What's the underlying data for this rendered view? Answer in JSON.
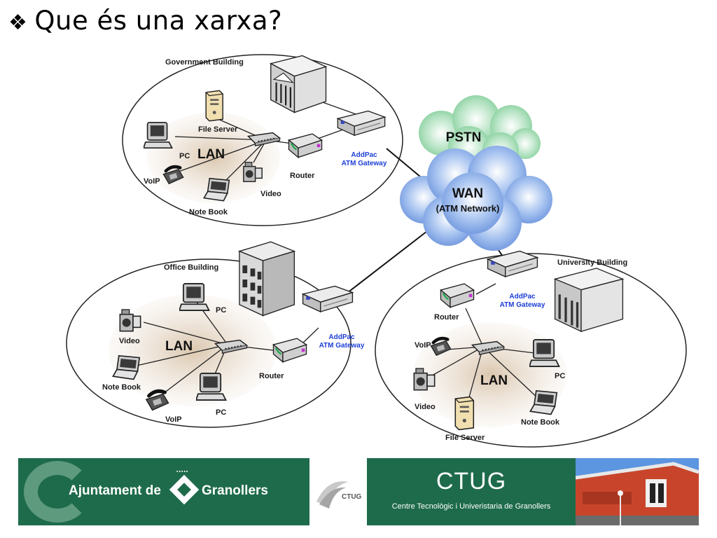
{
  "title": {
    "bullet": "❖",
    "text": "Que és  una xarxa?"
  },
  "diagram": {
    "clouds": {
      "pstn": "PSTN",
      "wan_line1": "WAN",
      "wan_line2": "(ATM Network)"
    },
    "government": {
      "building": "Government Building",
      "file_server": "File Server",
      "pc": "PC",
      "lan": "LAN",
      "voip": "VoIP",
      "video": "Video",
      "notebook": "Note Book",
      "router": "Router",
      "gateway_line1": "AddPac",
      "gateway_line2": "ATM Gateway"
    },
    "office": {
      "building": "Office Building",
      "pc_top": "PC",
      "video": "Video",
      "lan": "LAN",
      "notebook": "Note Book",
      "voip": "VoIP",
      "pc_bottom": "PC",
      "router": "Router",
      "gateway_line1": "AddPac",
      "gateway_line2": "ATM Gateway"
    },
    "university": {
      "building": "University Building",
      "router": "Router",
      "gateway_line1": "AddPac",
      "gateway_line2": "ATM Gateway",
      "voip": "VoIP",
      "lan": "LAN",
      "pc": "PC",
      "video": "Video",
      "notebook": "Note Book",
      "file_server": "File Server"
    }
  },
  "footer": {
    "ajuntament_left": "Ajuntament de",
    "ajuntament_right": "Granollers",
    "ctug_mini": "CTUG",
    "ctug_title": "CTUG",
    "ctug_subtitle": "Centre Tecnològic i Univeristaria de Granollers"
  },
  "colors": {
    "banner_green": "#1e6b4b",
    "gateway_text_blue": "#1d3fd6",
    "wan_cloud": "#7fa8e8",
    "pstn_cloud": "#8fd3a4"
  }
}
